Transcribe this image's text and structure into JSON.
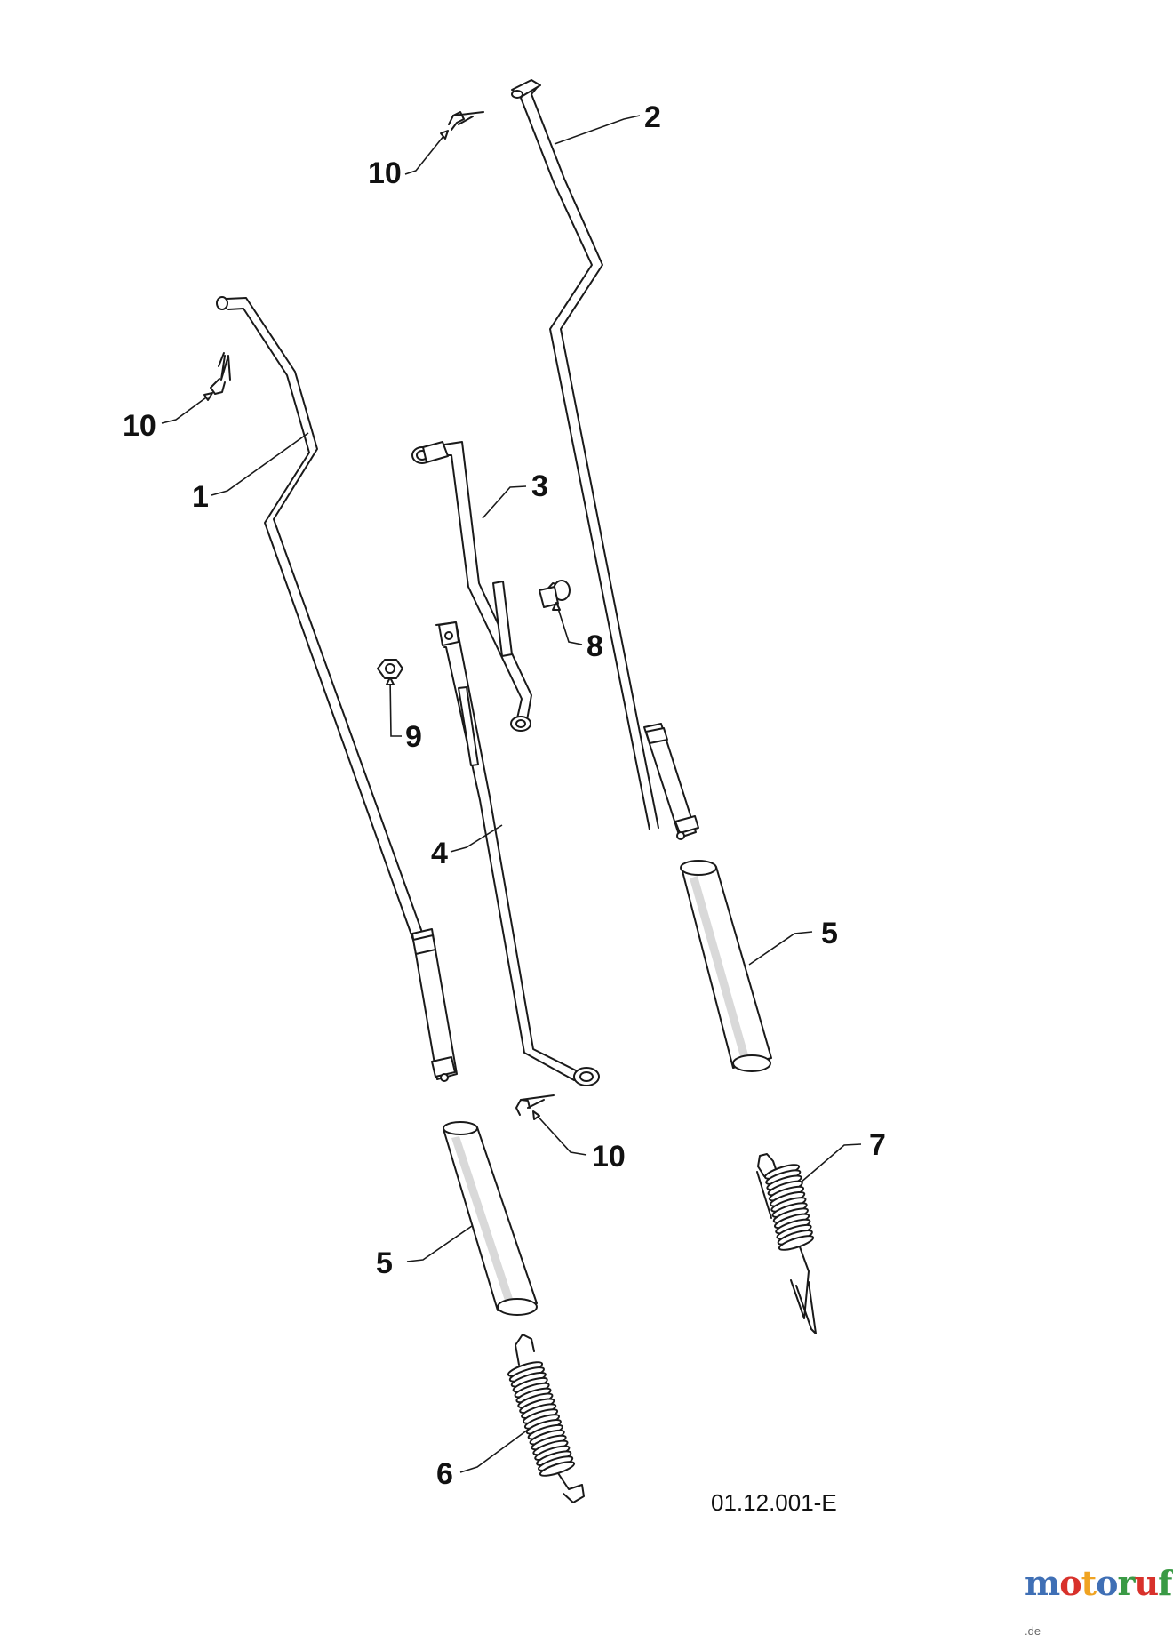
{
  "callouts": {
    "rod_left": "1",
    "rod_right": "2",
    "link_upper": "3",
    "link_lower": "4",
    "sleeve_right": "5",
    "sleeve_left": "5",
    "spring_lower": "6",
    "spring_right": "7",
    "pin": "8",
    "nut": "9",
    "clip_top": "10",
    "clip_left": "10",
    "clip_bottom": "10"
  },
  "diagram_code": "01.12.001-E",
  "logo": {
    "letters": [
      "m",
      "o",
      "t",
      "o",
      "r",
      "u",
      "f"
    ],
    "letter_colors": [
      "#3f6fb5",
      "#d8312b",
      "#f0a321",
      "#3f6fb5",
      "#3a9a45",
      "#d8312b",
      "#3a9a45"
    ],
    "suffix": ".de"
  }
}
